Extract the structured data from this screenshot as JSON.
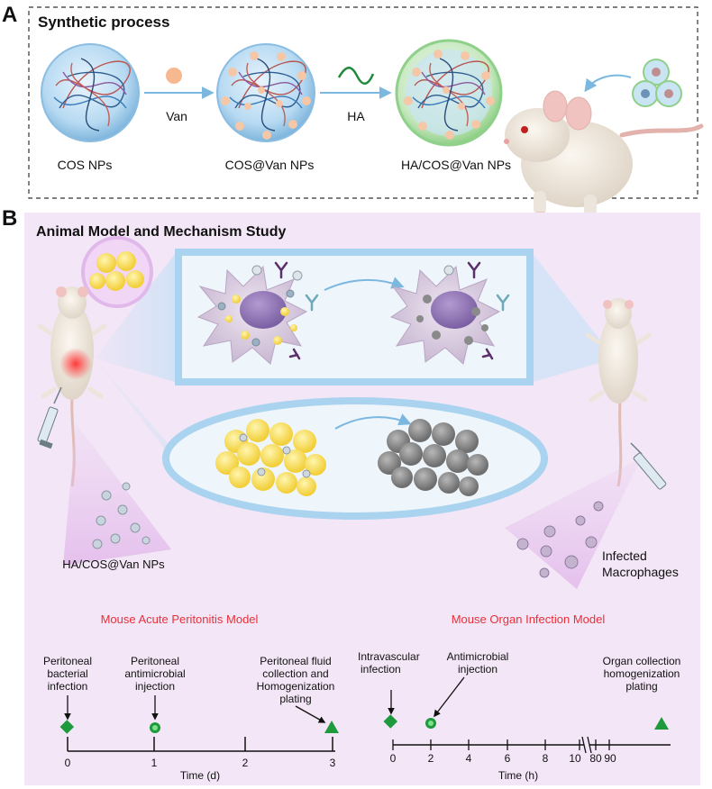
{
  "panel_a": {
    "letter": "A",
    "title": "Synthetic process",
    "np_labels": [
      "COS NPs",
      "COS@Van NPs",
      "HA/COS@Van NPs"
    ],
    "reagent_labels": [
      "Van",
      "HA"
    ]
  },
  "panel_b": {
    "letter": "B",
    "title": "Animal Model  and Mechanism Study",
    "nanoparticle_label": "HA/COS@Van NPs",
    "macrophage_label_line1": "Infected",
    "macrophage_label_line2": "Macrophages",
    "model_left": "Mouse Acute Peritonitis Model",
    "model_right": "Mouse Organ Infection Model",
    "colors": {
      "model_text": "#e8303a",
      "panel_bg": "#f3e6f6",
      "marker": "#1e9a3c"
    }
  },
  "timeline_left": {
    "ticks": [
      "0",
      "1",
      "2",
      "3"
    ],
    "axis_label": "Time (d)",
    "events": [
      {
        "lines": [
          "Peritoneal",
          "bacterial",
          "infection"
        ],
        "marker": "diamond"
      },
      {
        "lines": [
          "Peritoneal",
          "antimicrobial",
          "injection"
        ],
        "marker": "burst"
      },
      {
        "lines": [
          "Peritoneal fluid",
          "collection and",
          "Homogenization",
          "plating"
        ],
        "marker": "triangle"
      }
    ]
  },
  "timeline_right": {
    "ticks": [
      "0",
      "2",
      "4",
      "6",
      "8",
      "10",
      "80",
      "90"
    ],
    "axis_label": "Time (h)",
    "events": [
      {
        "lines": [
          "Intravascular",
          "infection"
        ],
        "marker": "diamond"
      },
      {
        "lines": [
          "Antimicrobial",
          "injection"
        ],
        "marker": "burst"
      },
      {
        "lines": [
          "Organ collection",
          "homogenization",
          "plating"
        ],
        "marker": "triangle"
      }
    ]
  }
}
